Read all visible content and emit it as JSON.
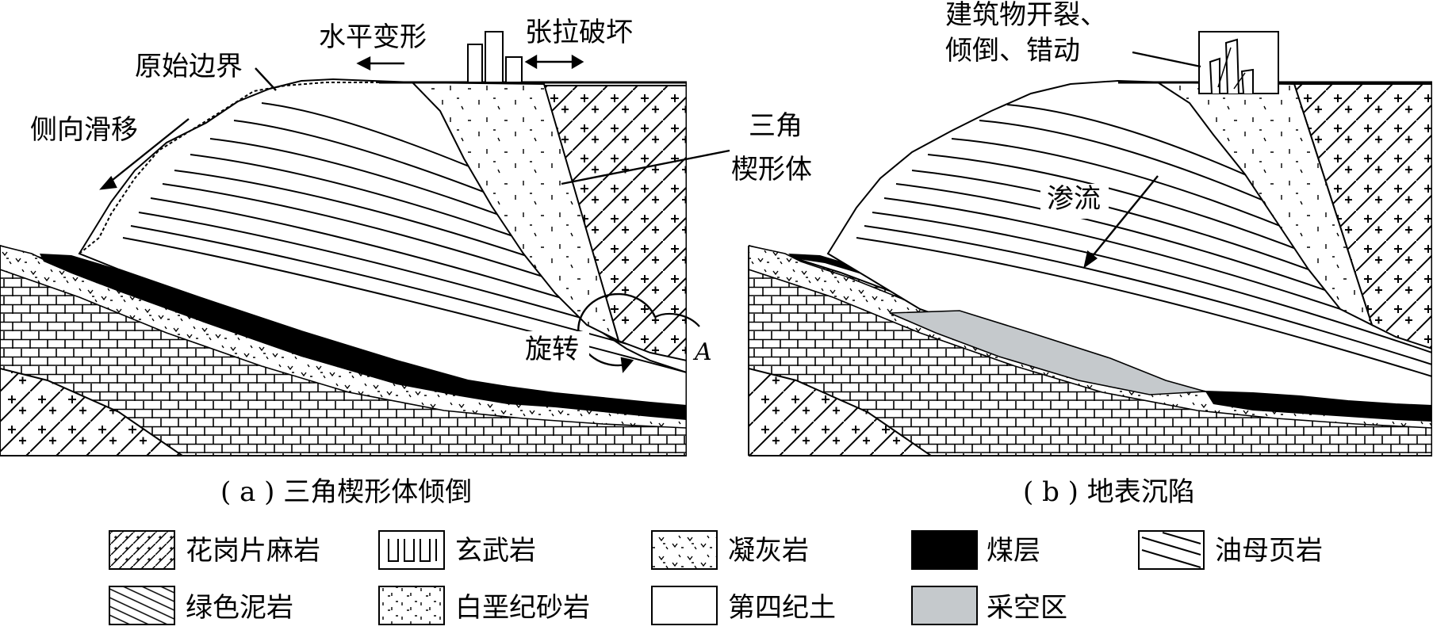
{
  "panel_a": {
    "labels": {
      "original_boundary": "原始边界",
      "horizontal_deformation": "水平变形",
      "tensile_failure": "张拉破坏",
      "lateral_sliding": "侧向滑移",
      "triangle_wedge_line1": "三角",
      "triangle_wedge_line2": "楔形体",
      "rotation": "旋转",
      "point_a": "A"
    },
    "caption": "( a ) 三角楔形体倾倒"
  },
  "panel_b": {
    "labels": {
      "building_line1": "建筑物开裂、",
      "building_line2": "倾倒、错动",
      "seepage": "渗流"
    },
    "caption": "( b ) 地表沉陷"
  },
  "legend": [
    {
      "pattern": "granite-gneiss",
      "label": "花岗片麻岩"
    },
    {
      "pattern": "basalt",
      "label": "玄武岩"
    },
    {
      "pattern": "tuff",
      "label": "凝灰岩"
    },
    {
      "pattern": "coal",
      "label": "煤层"
    },
    {
      "pattern": "oil-shale",
      "label": "油母页岩"
    },
    {
      "pattern": "green-mudstone",
      "label": "绿色泥岩"
    },
    {
      "pattern": "cretaceous-sandstone",
      "label": "白垩纪砂岩"
    },
    {
      "pattern": "quaternary-soil",
      "label": "第四纪土"
    },
    {
      "pattern": "goaf",
      "label": "采空区"
    }
  ],
  "colors": {
    "coal": "#000000",
    "goaf": "#c5c9cc",
    "line": "#000000",
    "background": "#ffffff"
  }
}
